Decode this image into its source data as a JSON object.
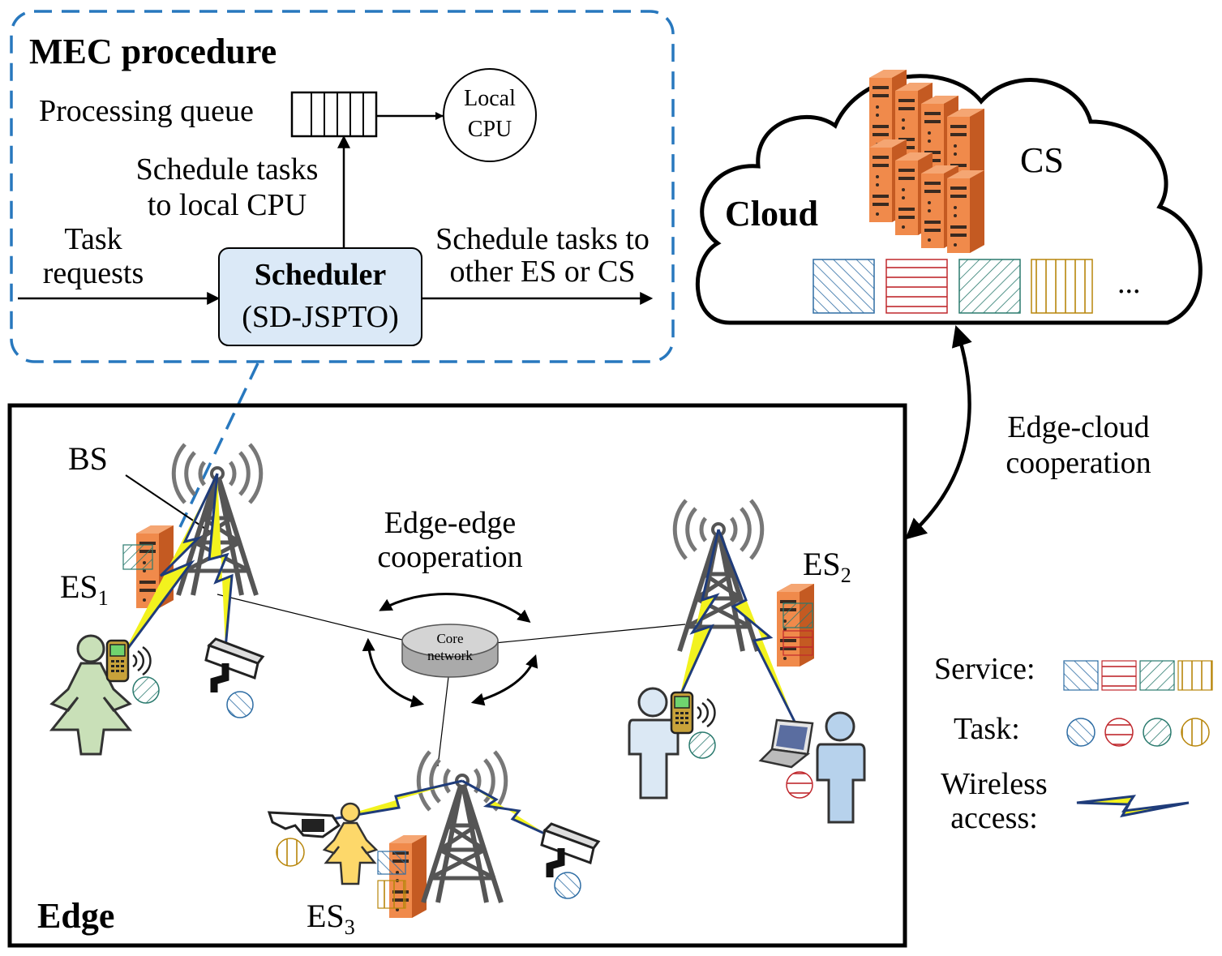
{
  "mec": {
    "title": "MEC procedure",
    "processing_queue": "Processing queue",
    "local_cpu_line1": "Local",
    "local_cpu_line2": "CPU",
    "schedule_local_line1": "Schedule tasks",
    "schedule_local_line2": "to local CPU",
    "task_requests_line1": "Task",
    "task_requests_line2": "requests",
    "scheduler_title": "Scheduler",
    "scheduler_sub": "(SD-JSPTO)",
    "schedule_other_line1": "Schedule tasks to",
    "schedule_other_line2": "other ES or CS"
  },
  "cloud": {
    "label": "Cloud",
    "cs_label": "CS",
    "more": "..."
  },
  "edge_cloud": {
    "line1": "Edge-cloud",
    "line2": "cooperation"
  },
  "edge": {
    "label": "Edge",
    "bs_label": "BS",
    "es1": "ES",
    "es1_sub": "1",
    "es2": "ES",
    "es2_sub": "2",
    "es3": "ES",
    "es3_sub": "3",
    "edge_edge_line1": "Edge-edge",
    "edge_edge_line2": "cooperation",
    "core_line1": "Core",
    "core_line2": "network"
  },
  "legend": {
    "service": "Service:",
    "task": "Task:",
    "wireless_line1": "Wireless",
    "wireless_line2": "access:"
  },
  "colors": {
    "blue": "#2e6da4",
    "red": "#c0282d",
    "teal": "#2a7a6e",
    "gold": "#b8860b",
    "dashed_box": "#2878be",
    "scheduler_fill": "#dbe9f7",
    "server_orange": "#e8793a",
    "lightning_yellow": "#f2f21e",
    "lightning_blue": "#1f3c7a"
  }
}
